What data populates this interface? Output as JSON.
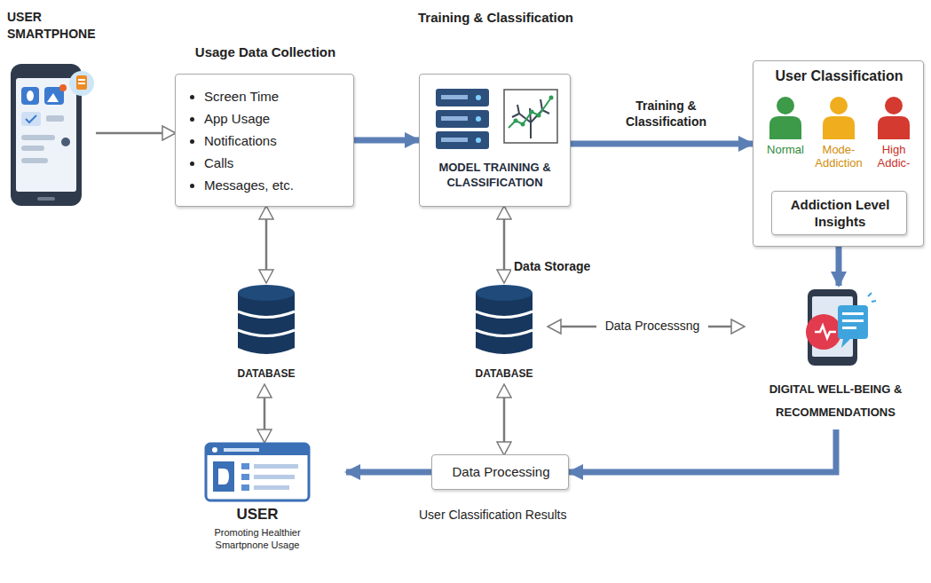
{
  "diagram": {
    "nodes": [
      {
        "text": [
          "USER SMARTPHONE"
        ]
      },
      {
        "text": [
          "Usage Data Collection",
          "Screen Time",
          "App Usage",
          "Notifications",
          "Calls",
          "Messages, etc."
        ]
      },
      {
        "text": [
          "Training & Classification",
          "MODEL TRAINING & CLASSIFICATION"
        ]
      },
      {
        "text": [
          "User Classification",
          "Normal",
          "Mode- Addiction",
          "High Addic-"
        ]
      },
      {
        "text": [
          "Addiction Level Insights"
        ],
        "in": 3
      },
      {
        "text": [
          "DATABASE"
        ]
      },
      {
        "text": [
          "DATABASE"
        ]
      },
      {
        "text": [
          "DIGITAL WELL-BEING & RECOMMENDATIONS"
        ]
      },
      {
        "text": [
          "Data Processing"
        ]
      },
      {
        "text": [
          "USER",
          "Promoting Healthier Smartpnone Usage"
        ]
      }
    ],
    "edges": [
      {
        "from": 0,
        "to": 1,
        "arrow": "to"
      },
      {
        "from": 1,
        "to": 2,
        "arrow": "to"
      },
      {
        "from": 2,
        "to": 3,
        "label": "Training & Classification",
        "arrow": "to"
      },
      {
        "from": 1,
        "to": 5,
        "arrow": "both"
      },
      {
        "from": 2,
        "to": 6,
        "label": "Data Storage",
        "arrow": "both"
      },
      {
        "from": 3,
        "to": 7,
        "arrow": "to"
      },
      {
        "from": 6,
        "to": 7,
        "label": "Data Processsng",
        "arrow": "both"
      },
      {
        "from": 5,
        "to": 9,
        "arrow": "both"
      },
      {
        "from": 6,
        "to": 8,
        "arrow": "both"
      },
      {
        "from": 7,
        "to": 8,
        "arrow": "to"
      },
      {
        "from": 8,
        "to": 9,
        "arrow": "to"
      }
    ],
    "labels": [
      "User Classification Results"
    ]
  }
}
